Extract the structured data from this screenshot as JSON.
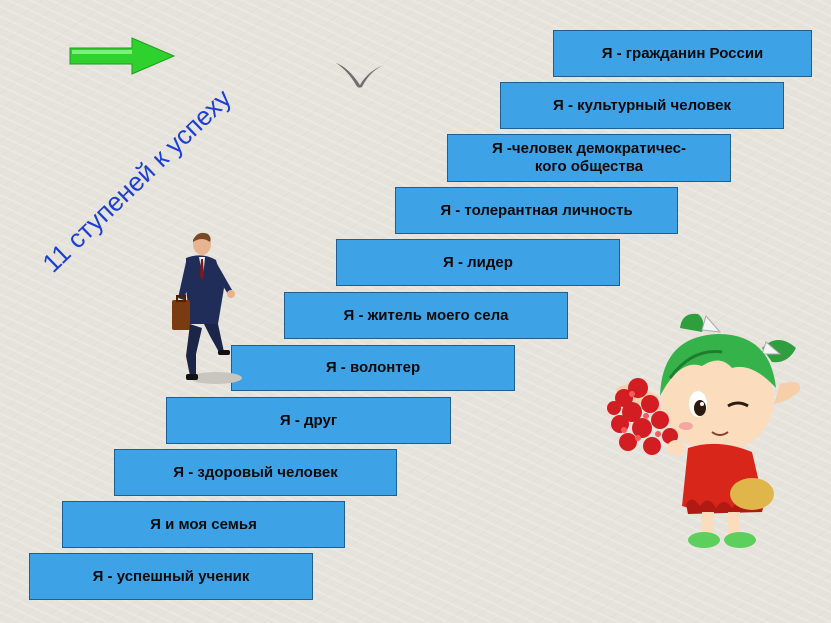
{
  "title": "11 ступеней к успеху",
  "colors": {
    "step_fill": "#3ea2e6",
    "step_border": "#1f5f8f",
    "title_text": "#1a3fd6",
    "arrow": "#2fd12f",
    "background": "#e6e3dc"
  },
  "decorations": [
    "green-arrow-icon",
    "bird-icon",
    "businessman-illustration",
    "girl-with-flowers-illustration"
  ],
  "steps": [
    "Я - успешный ученик",
    "Я и моя семья",
    "Я - здоровый человек",
    "Я - друг",
    "Я - волонтер",
    "Я - житель моего села",
    "Я - лидер",
    "Я - толерантная личность",
    "Я -человек демократичес-\nкого общества",
    "Я - культурный человек",
    "Я - гражданин России"
  ]
}
